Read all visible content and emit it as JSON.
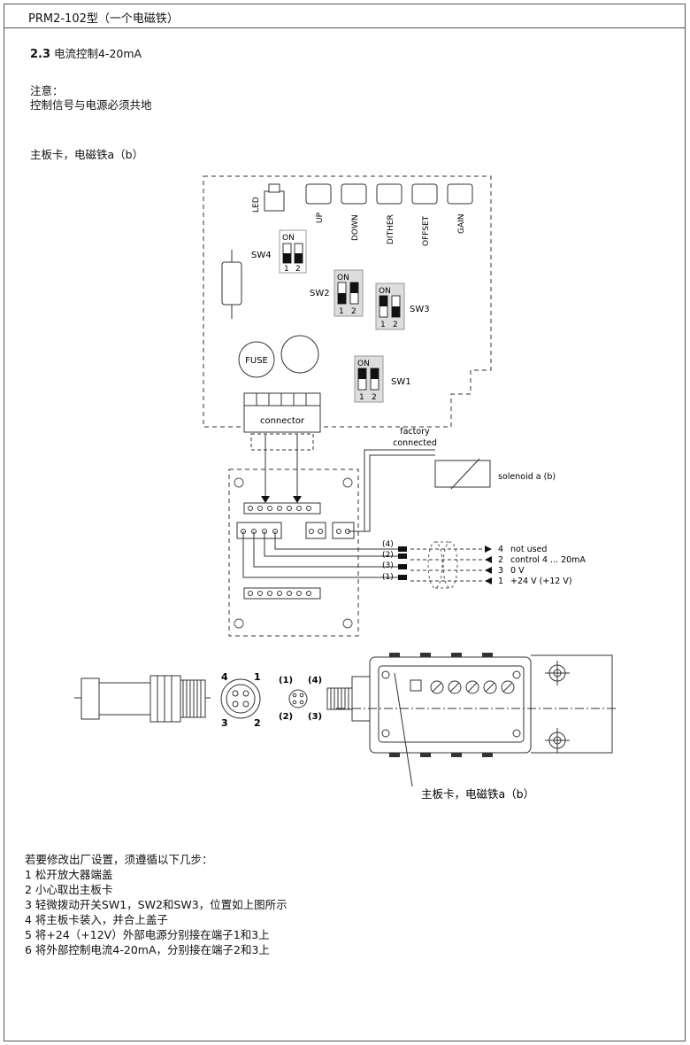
{
  "header": {
    "title": "PRM2-102型（一个电磁铁）"
  },
  "section": {
    "number": "2.3",
    "title": "电流控制4-20mA"
  },
  "note": {
    "label": "注意：",
    "text": "控制信号与电源必须共地"
  },
  "board_caption": "主板卡，电磁铁a（b）",
  "diagram": {
    "led": "LED",
    "trimmers": [
      "UP",
      "DOWN",
      "DITHER",
      "OFFSET",
      "GAIN"
    ],
    "switches": {
      "sw1": "SW1",
      "sw2": "SW2",
      "sw3": "SW3",
      "sw4": "SW4",
      "on": "ON",
      "one": "1",
      "two": "2"
    },
    "fuse": "FUSE",
    "connector": "connector",
    "factory": [
      "factory",
      "connected"
    ],
    "solenoid": "solenoid a (b)",
    "wires": [
      {
        "tag": "(4)",
        "num": "4",
        "desc": "not used"
      },
      {
        "tag": "(2)",
        "num": "2",
        "desc": "control 4 ... 20mA"
      },
      {
        "tag": "(3)",
        "num": "3",
        "desc": "0 V"
      },
      {
        "tag": "(1)",
        "num": "1",
        "desc": "+24 V (+12 V)"
      }
    ],
    "plug_pins": [
      "4",
      "1",
      "3",
      "2"
    ],
    "socket_pins": [
      "(1)",
      "(4)",
      "(2)",
      "(3)"
    ],
    "housing_caption": "主板卡，电磁铁a（b）"
  },
  "steps": {
    "intro": "若要修改出厂设置，须遵循以下几步：",
    "items": [
      "1 松开放大器端盖",
      "2 小心取出主板卡",
      "3 轻微拨动开关SW1，SW2和SW3，位置如上图所示",
      "4 将主板卡装入，并合上盖子",
      "5 将+24（+12V）外部电源分别接在端子1和3上",
      "6 将外部控制电流4-20mA，分别接在端子2和3上"
    ]
  }
}
